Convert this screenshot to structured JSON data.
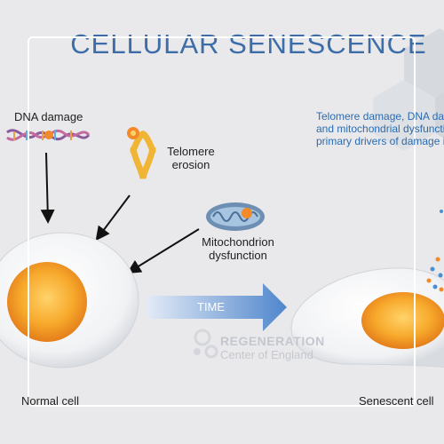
{
  "title": "CELLULAR SENESCENCE",
  "labels": {
    "dna_damage": "DNA damage",
    "telomere": [
      "Telomere",
      "erosion"
    ],
    "mitochondrion": [
      "Mitochondrion",
      "dysfunction"
    ],
    "time": "TIME",
    "normal_cell": "Normal cell",
    "senescent_cell": "Senescent cell"
  },
  "note_lines": [
    "Telomere damage, DNA dam",
    "and mitochondrial dysfunctio",
    "primary drivers of damage in"
  ],
  "watermark": {
    "line1": "REGENERATION",
    "line2": "Center of England"
  },
  "colors": {
    "title": "#3d6da8",
    "note": "#2b6cb0",
    "nucleus": "#f5a623",
    "time_arrow": "#5b8fd0"
  }
}
